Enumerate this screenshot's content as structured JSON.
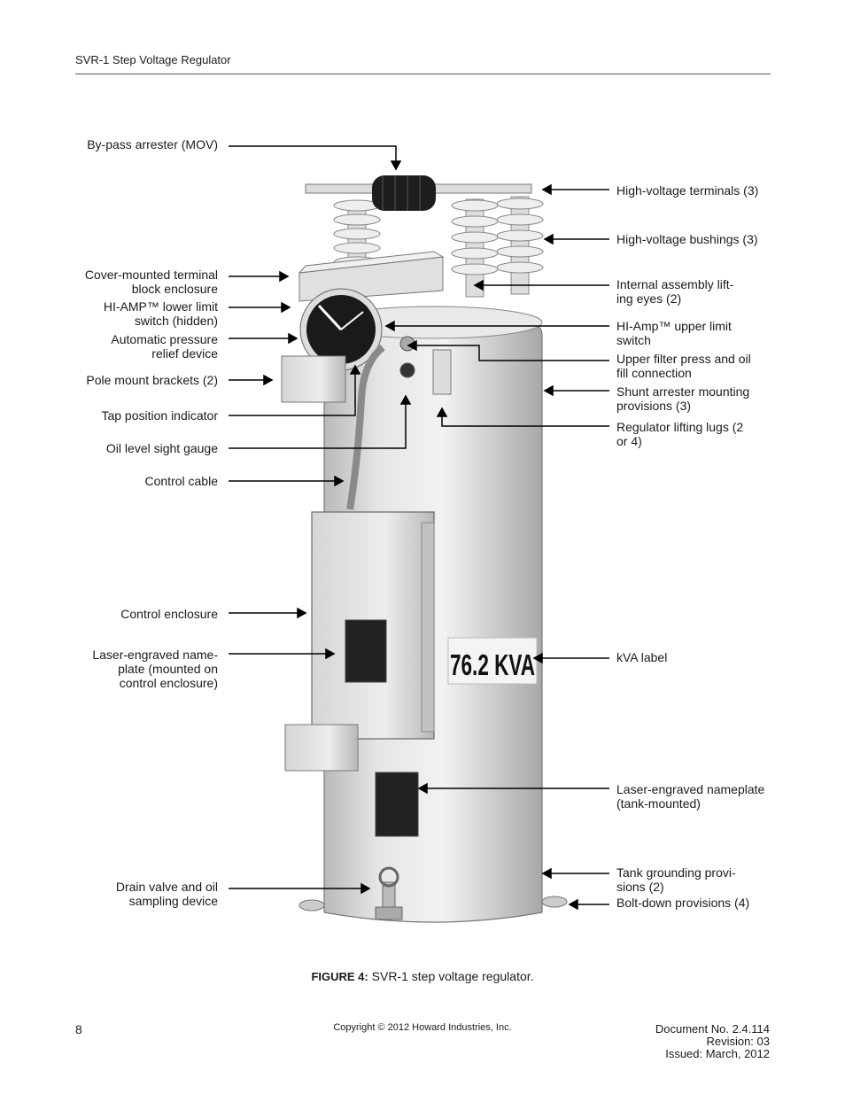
{
  "header": {
    "title": "SVR-1 Step Voltage Regulator"
  },
  "labels_left": [
    "By-pass arrester (MOV)",
    "Cover-mounted terminal\nblock enclosure",
    "HI-AMP™ lower limit\nswitch (hidden)",
    "Automatic pressure\nrelief device",
    "Pole mount brackets (2)",
    "Tap position indicator",
    "Oil level sight gauge",
    "Control cable",
    "Control enclosure",
    "Laser-engraved name-\nplate (mounted on\ncontrol enclosure)",
    "Drain valve and oil\nsampling device"
  ],
  "labels_right": [
    "High-voltage terminals (3)",
    "High-voltage bushings (3)",
    "Internal assembly lift-\ning eyes (2)",
    "HI-Amp™ upper limit\nswitch",
    "Upper filter press and oil\nfill connection",
    "Shunt arrester mounting\nprovisions (3)",
    "Regulator lifting lugs (2\nor 4)",
    "kVA label",
    "Laser-engraved nameplate\n(tank-mounted)",
    "Tank grounding provi-\nsions (2)",
    "Bolt-down provisions (4)"
  ],
  "kva_label": "76.2 KVA",
  "caption": {
    "prefix": "FIGURE 4:",
    "text": " SVR-1 step voltage regulator."
  },
  "footer": {
    "page_number": "8",
    "copyright": "Copyright © 2012 Howard Industries, Inc.",
    "document_no": "Document No. 2.4.114",
    "revision": "Revision: 03",
    "issued": "Issued: March, 2012"
  }
}
